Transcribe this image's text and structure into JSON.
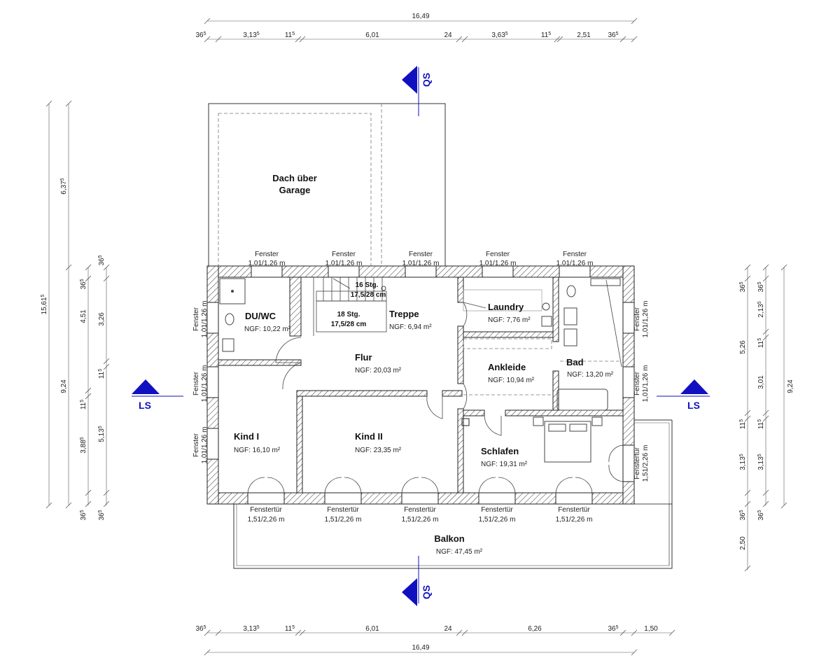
{
  "dims_top": {
    "total": "16,49",
    "segments": [
      "36",
      "3,13",
      "11",
      "6,01",
      "24",
      "3,63",
      "11",
      "2,51",
      "36"
    ],
    "sups": [
      "5",
      "5",
      "5",
      "",
      "",
      "5",
      "5",
      "",
      "5"
    ]
  },
  "dims_bottom": {
    "total": "16,49",
    "segments": [
      "36",
      "3,13",
      "11",
      "6,01",
      "24",
      "6,26",
      "36",
      "1,50"
    ],
    "sups": [
      "5",
      "5",
      "5",
      "",
      "",
      "",
      "5",
      ""
    ]
  },
  "dims_left": {
    "outer_total": "15,61",
    "outer_total_sup": "5",
    "outer_top": "6,37",
    "outer_top_sup": "5",
    "mid_total": "9,24",
    "inner_a": [
      "36",
      "4,51",
      "11",
      "3,88",
      "36"
    ],
    "inner_a_sups": [
      "5",
      "",
      "5",
      "5",
      "5"
    ],
    "inner_b": [
      "36",
      "3,26",
      "11",
      "5,13",
      "36"
    ],
    "inner_b_sups": [
      "5",
      "",
      "5",
      "5",
      "5"
    ]
  },
  "dims_right": {
    "col1": [
      "36",
      "5,26",
      "11",
      "3,13",
      "36",
      "2,50"
    ],
    "col1_sups": [
      "5",
      "",
      "5",
      "5",
      "5",
      ""
    ],
    "col2": [
      "36",
      "2,13",
      "11",
      "3,01",
      "11",
      "3,13",
      "36"
    ],
    "col2_sups": [
      "5",
      "5",
      "5",
      "",
      "5",
      "5",
      "5"
    ],
    "col3_total": "9,24"
  },
  "section_markers": {
    "qs": "QS",
    "ls": "LS"
  },
  "rooms": {
    "garage_roof": {
      "line1": "Dach über",
      "line2": "Garage"
    },
    "dusche_wc": {
      "name": "DU/WC",
      "area": "NGF: 10,22 m²"
    },
    "treppe": {
      "name": "Treppe",
      "area": "NGF: 6,94 m²"
    },
    "laundry": {
      "name": "Laundry",
      "area": "NGF: 7,76 m²"
    },
    "bad": {
      "name": "Bad",
      "area": "NGF: 13,20 m²"
    },
    "flur": {
      "name": "Flur",
      "area": "NGF: 20,03 m²"
    },
    "ankleide": {
      "name": "Ankleide",
      "area": "NGF: 10,94 m²"
    },
    "kind1": {
      "name": "Kind I",
      "area": "NGF: 16,10 m²"
    },
    "kind2": {
      "name": "Kind II",
      "area": "NGF: 23,35 m²"
    },
    "schlafen": {
      "name": "Schlafen",
      "area": "NGF: 19,31 m²"
    },
    "balkon": {
      "name": "Balkon",
      "area": "NGF: 47,45 m²"
    }
  },
  "stairs": {
    "upper_line1": "16 Stg.",
    "upper_line2": "17,5/28 cm",
    "lower_line1": "18 Stg.",
    "lower_line2": "17,5/28 cm"
  },
  "windows": {
    "label": "Fenster",
    "size": "1,01/1,26 m"
  },
  "doors": {
    "label": "Fenstertür",
    "size": "1,51/2,26 m"
  }
}
